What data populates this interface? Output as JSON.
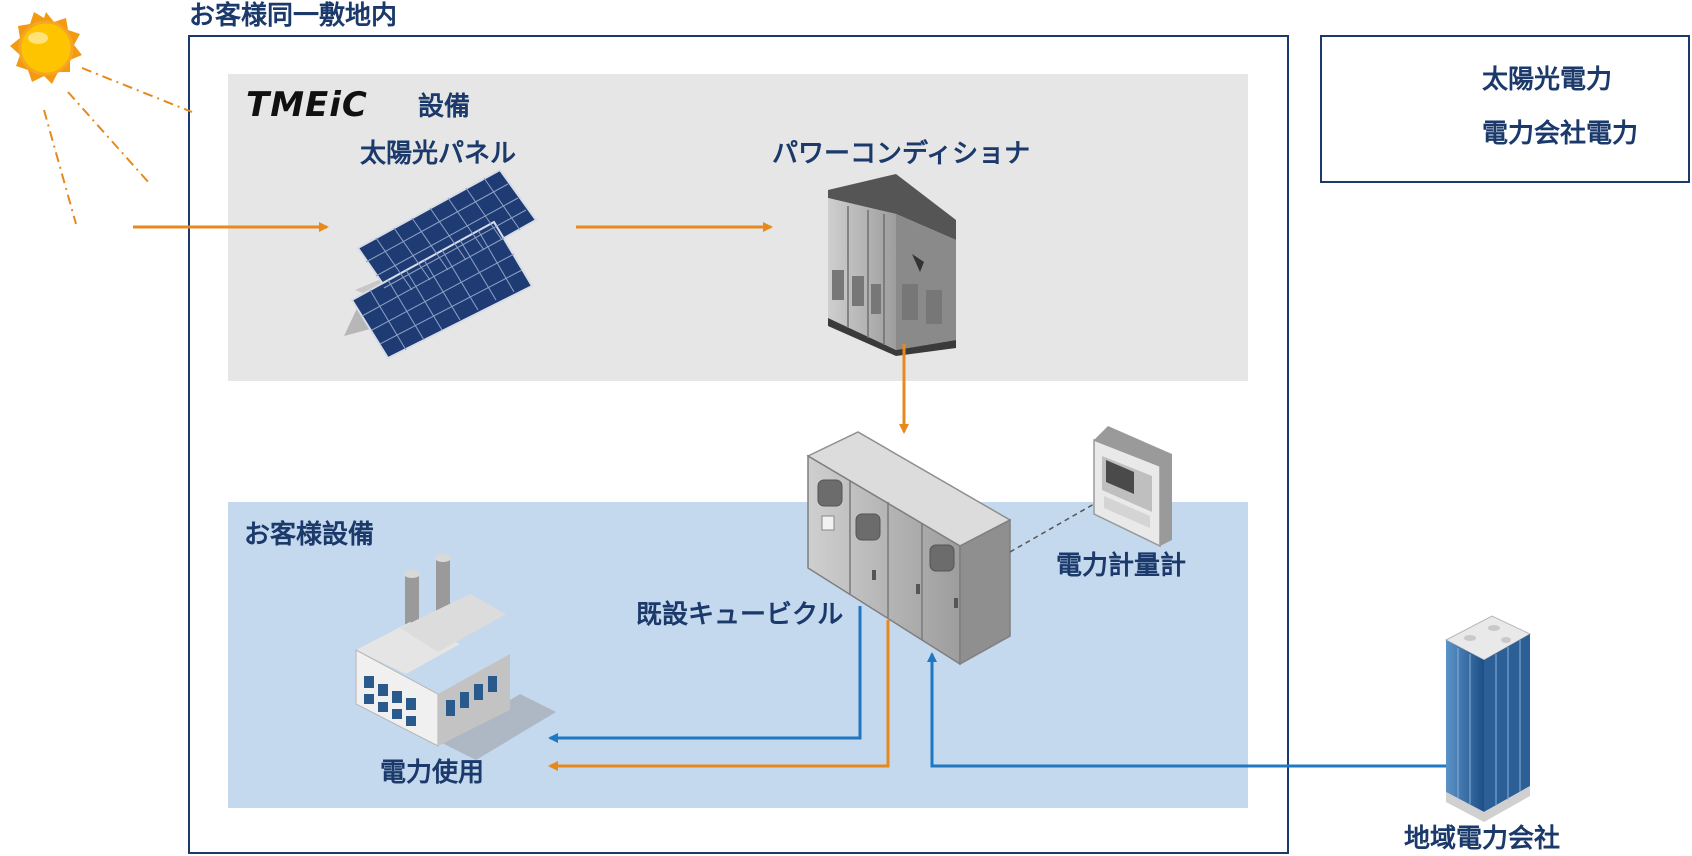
{
  "site_boundary": {
    "label": "お客様同一敷地内"
  },
  "tmeic_area": {
    "logo": "TMEiC",
    "label": "設備"
  },
  "customer_area": {
    "label": "お客様設備"
  },
  "nodes": {
    "solar_panel": "太陽光パネル",
    "power_conditioner": "パワーコンディショナ",
    "cubicle": "既設キュービクル",
    "meter": "電力計量計",
    "factory": "電力使用",
    "utility": "地域電力会社"
  },
  "legend": [
    {
      "label": "太陽光電力",
      "color": "#e8891d"
    },
    {
      "label": "電力会社電力",
      "color": "#1f78c1"
    }
  ],
  "colors": {
    "solar": "#e8891d",
    "grid": "#1f78c1",
    "navy": "#1b3a6b",
    "tmeic_bg": "#e6e6e6",
    "customer_bg": "#c5d9ee"
  }
}
